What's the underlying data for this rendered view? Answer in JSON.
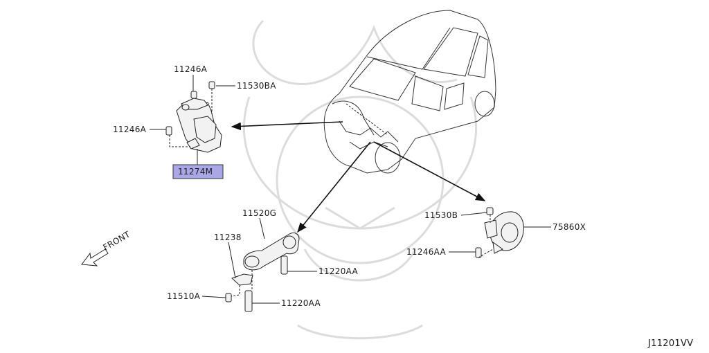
{
  "diagram": {
    "part_labels": {
      "p11246a_top": "11246A",
      "p11530ba": "11530BA",
      "p11246a_left": "11246A",
      "p11274m": "11274M",
      "p11520g": "11520G",
      "p11238": "11238",
      "p11220aa_a": "11220AA",
      "p11510a": "11510A",
      "p11220aa_b": "11220AA",
      "p11530b": "11530B",
      "p75860x": "75860X",
      "p11246aa": "11246AA"
    },
    "front_label": "FRONT",
    "diagram_code": "J11201VV",
    "highlight_color": "#a9a7e6"
  }
}
